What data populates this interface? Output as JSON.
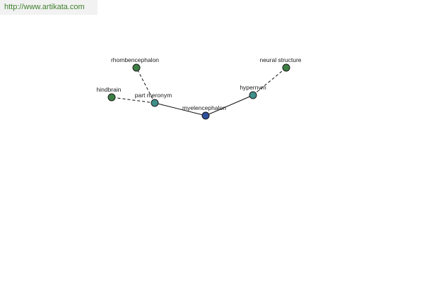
{
  "banner": {
    "url": "http://www.artikata.com"
  },
  "colors": {
    "background": "#ffffff",
    "banner_background": "#f2f2f2",
    "banner_text": "#3f7f2c",
    "center_node": "#2e4f9a",
    "relation_node": "#3f8f8a",
    "word_node": "#3d7f45",
    "edge": "#111111"
  },
  "graph": {
    "nodes": {
      "myelencephalon": {
        "label": "myelencephalon",
        "kind": "center"
      },
      "part_meronym": {
        "label": "part meronym",
        "kind": "relation"
      },
      "hypernym": {
        "label": "hypernym",
        "kind": "relation"
      },
      "rhombencephalon": {
        "label": "rhombencephalon",
        "kind": "word"
      },
      "hindbrain": {
        "label": "hindbrain",
        "kind": "word"
      },
      "neural_structure": {
        "label": "neural structure",
        "kind": "word"
      }
    },
    "edges": [
      {
        "from": "myelencephalon",
        "to": "part_meronym",
        "style": "solid"
      },
      {
        "from": "myelencephalon",
        "to": "hypernym",
        "style": "solid"
      },
      {
        "from": "part_meronym",
        "to": "rhombencephalon",
        "style": "dashed"
      },
      {
        "from": "part_meronym",
        "to": "hindbrain",
        "style": "dashed"
      },
      {
        "from": "hypernym",
        "to": "neural_structure",
        "style": "dashed"
      }
    ]
  }
}
